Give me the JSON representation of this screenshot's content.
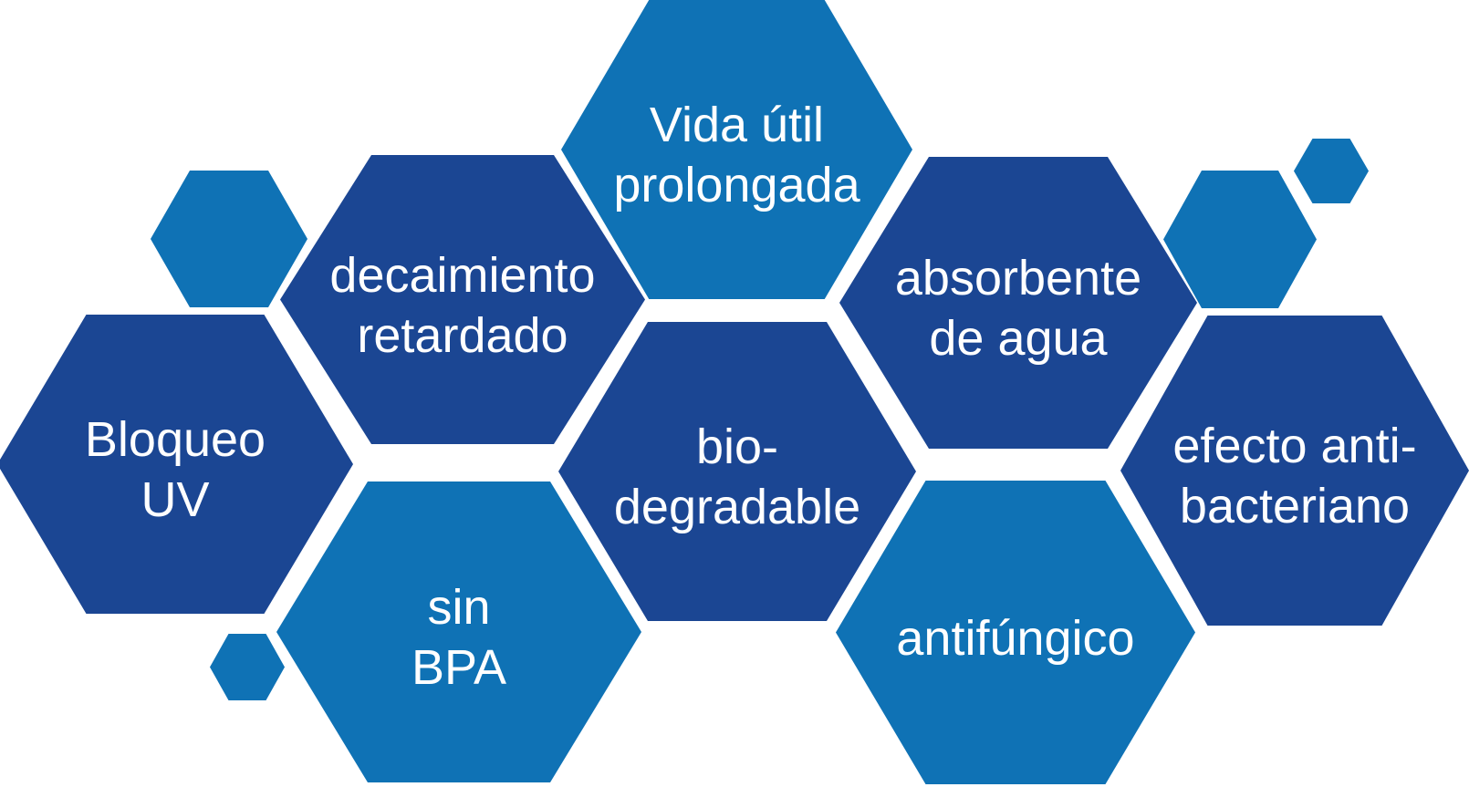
{
  "diagram": {
    "description": "Hexagon infographic of material benefits (Spanish)",
    "background": "#FFFFFF",
    "colors": {
      "dark_blue": "#1B4693",
      "light_blue": "#0F72B5",
      "text": "#FFFFFF"
    },
    "hexagons": [
      {
        "id": "vida-util-prolongada",
        "tone": "light",
        "lines": [
          "Vida útil",
          "prolongada"
        ]
      },
      {
        "id": "decaimiento-retardado",
        "tone": "dark",
        "lines": [
          "decaimiento",
          "retardado"
        ]
      },
      {
        "id": "bloqueo-uv",
        "tone": "dark",
        "lines": [
          "Bloqueo",
          "UV"
        ]
      },
      {
        "id": "bio-degradable",
        "tone": "dark",
        "lines": [
          "bio-",
          "degradable"
        ]
      },
      {
        "id": "absorbente-de-agua",
        "tone": "dark",
        "lines": [
          "absorbente",
          "de agua"
        ]
      },
      {
        "id": "efecto-anti-bacteriano",
        "tone": "dark",
        "lines": [
          "efecto anti-",
          "bacteriano"
        ]
      },
      {
        "id": "sin-bpa",
        "tone": "light",
        "lines": [
          "sin",
          "BPA"
        ]
      },
      {
        "id": "antifungico",
        "tone": "light",
        "lines": [
          "antifúngico"
        ]
      }
    ],
    "decorative_hexagons": [
      {
        "id": "deco-hex-top-left",
        "tone": "light"
      },
      {
        "id": "deco-hex-bottom-left",
        "tone": "light"
      },
      {
        "id": "deco-hex-top-right",
        "tone": "light"
      },
      {
        "id": "deco-hex-top-right-small",
        "tone": "light"
      }
    ]
  }
}
